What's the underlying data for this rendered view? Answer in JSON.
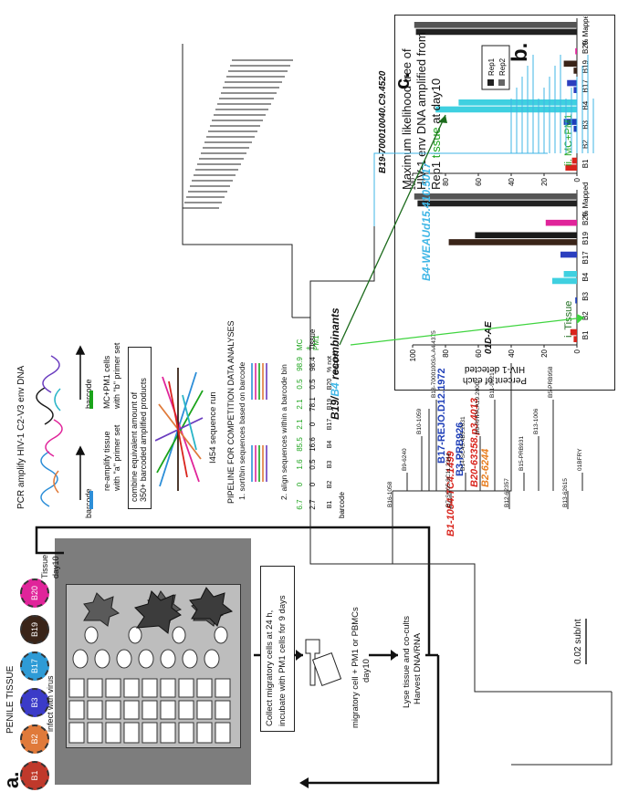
{
  "panel_a": {
    "label": "a.",
    "beads": [
      "B1",
      "B2",
      "B3",
      "B17",
      "B19",
      "B20"
    ],
    "bead_colors": [
      "#c0392b",
      "#e07a3a",
      "#3b3bc8",
      "#2e9bd6",
      "#3a2418",
      "#e0249a"
    ],
    "infect_text": "infect with virus",
    "tissue_label": "PENILE TISSUE",
    "tissue_day": "Tissue",
    "day10_a": "day10",
    "collect_text_1": "Collect migratory cells at 24 h,",
    "collect_text_2": "incubate with PM1 cells for 9 days",
    "migratory_text_1": "migratory cell + PM1 or PBMCs",
    "migratory_text_2": "day10",
    "lyse_text_1": "Lyse tissue and co-cults",
    "lyse_text_2": "Harvest DNA/RNA",
    "pcr_text": "PCR amplify HIV-1 C2-V3 env DNA",
    "barcode_label_1": "barcode",
    "barcode_label_2": "barcode",
    "reamp_text_1": "re-amplify tissue",
    "reamp_text_2": "with \"a\" primer set",
    "mcpm1_text_1": "MC+PM1 cells",
    "mcpm1_text_2": "with \"b\" primer set",
    "combine_text_1": "combine equivalent amount of",
    "combine_text_2": "350+ barcoded amplified products",
    "i454_text": "I454 sequence run",
    "pipeline_text": "PIPELINE FOR COMPETITION DATA ANALYSES",
    "step1_text": "1. sort/bin sequences based on barcode",
    "step2_text": "2. align sequences within a barcode bin",
    "table_header": "barcode",
    "table_rows": [
      {
        "name": "B1",
        "tissue": "2.7",
        "mc": "6.7"
      },
      {
        "name": "B2",
        "tissue": "0",
        "mc": "0"
      },
      {
        "name": "B3",
        "tissue": "0.5",
        "mc": "1.6"
      },
      {
        "name": "B4",
        "tissue": "16.6",
        "mc": "85.5"
      },
      {
        "name": "B17",
        "tissue": "0",
        "mc": "2.1"
      },
      {
        "name": "B19",
        "tissue": "78.1",
        "mc": "2.1"
      },
      {
        "name": "B20",
        "tissue": "0.5",
        "mc": "0.5"
      },
      {
        "name": "% not mapped",
        "tissue": "98.4",
        "mc": "98.9"
      }
    ],
    "col_tissue": "Tissue",
    "col_mc": "MC + PM1"
  },
  "panel_b": {
    "label": "b.",
    "tissue_title": "Tissue",
    "tissue_roman": "i.",
    "mc_title": "MC+PM1",
    "mc_roman": "ii.",
    "ylabel_1": "Percent of each",
    "ylabel_2": "HIV-1 detected",
    "yticks": [
      "0",
      "20",
      "40",
      "60",
      "80",
      "100"
    ],
    "categories": [
      "B1",
      "B2",
      "B3",
      "B4",
      "B17",
      "B19",
      "B20",
      "% Mapped"
    ],
    "legend_rep1": "Rep1",
    "legend_rep2": "Rep2"
  },
  "chart_data": [
    {
      "type": "bar",
      "title": "Tissue",
      "categories": [
        "B1",
        "B2",
        "B3",
        "B4",
        "B17",
        "B19",
        "B20",
        "% Mapped"
      ],
      "ylabel": "Percent of each HIV-1 detected",
      "ylim": [
        0,
        100
      ],
      "series": [
        {
          "name": "Rep1",
          "values": [
            2,
            0,
            1,
            15,
            0,
            78,
            19,
            97
          ]
        },
        {
          "name": "Rep2",
          "values": [
            4,
            0,
            0,
            8,
            10,
            62,
            0,
            99
          ]
        }
      ]
    },
    {
      "type": "bar",
      "title": "MC+PM1",
      "categories": [
        "B1",
        "B2",
        "B3",
        "B4",
        "B17",
        "B19",
        "B20",
        "% Mapped"
      ],
      "ylabel": "Percent of each HIV-1 detected",
      "ylim": [
        0,
        100
      ],
      "series": [
        {
          "name": "Rep1",
          "values": [
            7,
            0,
            2,
            86,
            2,
            2,
            1,
            98
          ]
        },
        {
          "name": "Rep2",
          "values": [
            3,
            0,
            8,
            72,
            6,
            8,
            0,
            99
          ]
        }
      ]
    }
  ],
  "panel_c": {
    "label": "c.",
    "title_1": "Maximum likelihood tree of",
    "title_2": "HIV-1 env DNA amplified from",
    "title_3a": "Rep1 ",
    "title_3b": "tissue",
    "title_3c": " at day10",
    "clade_b19_label": "B19-700010040.C9.4520",
    "clade_b4_label": "B4-WEAUd15.410.5017",
    "recomb_label_a": "B19/",
    "recomb_label_b": "B4",
    "recomb_label_c": " recombinants",
    "labels_red": [
      "B1-1054.TC4.1499",
      "B20-63358.p3.4013"
    ],
    "label_orange": "B2-6244",
    "labels_blue": [
      "B3-PRB926",
      "B17-REJO.D12.1972"
    ],
    "label_ae": "01D-AE",
    "small_tips": [
      "B16-1058",
      "B9-6240",
      "B10-1059",
      "B18-7000100SA.A4.4375",
      "B7-SC05.8C11.2344",
      "B14-SC45.4B5.2631",
      "B6-RHPA.A19.2000",
      "B11-9021",
      "B12-62357",
      "B15-PRB931",
      "B13-1006",
      "B5-PRB958",
      "B13-62615",
      "01BFRY"
    ],
    "scale_label": "0.02 sub/nt"
  },
  "colors": {
    "red": "#d9241c",
    "orange": "#e87d1e",
    "blue": "#1f3fb8",
    "cyan": "#3fb6e6",
    "green": "#1aa31a",
    "brown": "#3a2418",
    "magenta": "#e0249a",
    "grey": "#555555"
  }
}
